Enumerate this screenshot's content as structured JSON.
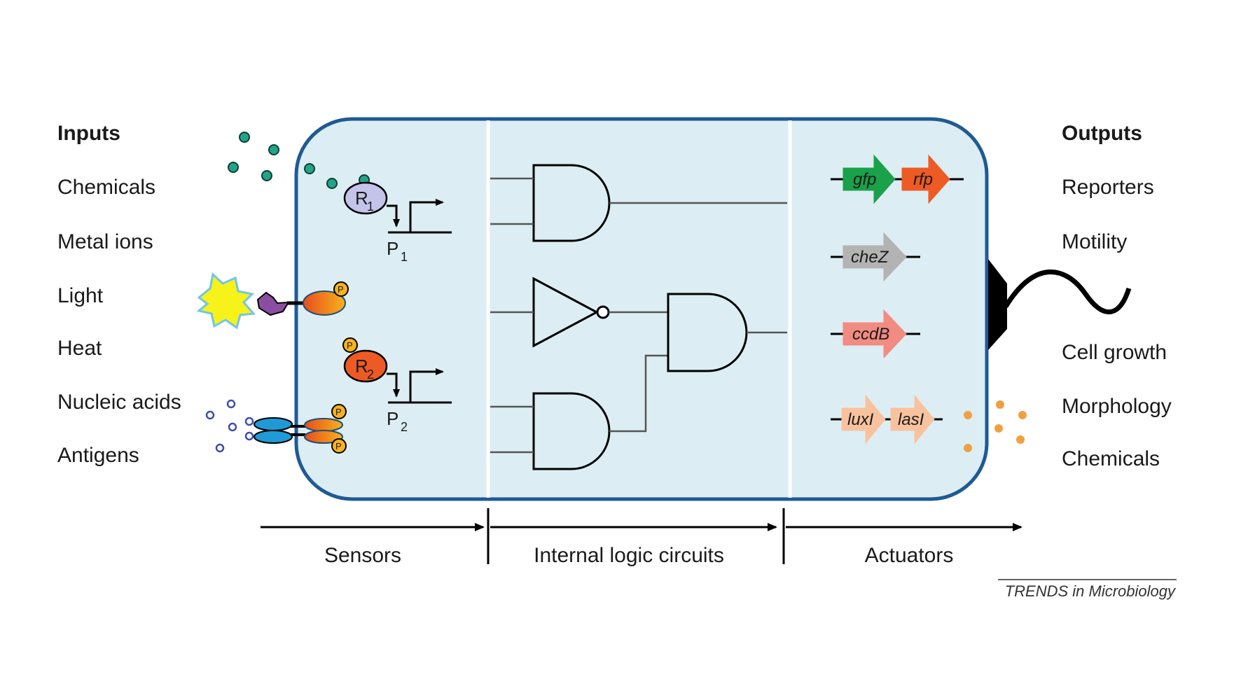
{
  "inputs": {
    "heading": "Inputs",
    "items": [
      "Chemicals",
      "Metal ions",
      "Light",
      "Heat",
      "Nucleic acids",
      "Antigens"
    ]
  },
  "outputs": {
    "heading": "Outputs",
    "items": [
      "Reporters",
      "Motility",
      "Cell growth",
      "Morphology",
      "Chemicals"
    ]
  },
  "stages": [
    "Sensors",
    "Internal logic circuits",
    "Actuators"
  ],
  "genes": [
    "gfp",
    "rfp",
    "cheZ",
    "ccdB",
    "luxI",
    "lasI"
  ],
  "regulators": [
    {
      "symbol": "R",
      "sub": "1"
    },
    {
      "symbol": "R",
      "sub": "2"
    }
  ],
  "promoters": [
    {
      "symbol": "P",
      "sub": "1"
    },
    {
      "symbol": "P",
      "sub": "2"
    }
  ],
  "phospho_label": "P",
  "credit": "TRENDS in Microbiology",
  "colors": {
    "cell_fill": "#dceef3",
    "cell_border": "#1f5a94",
    "gfp": "#1aa14a",
    "rfp": "#ee5a24",
    "cheZ": "#b3b3b3",
    "ccdB": "#f28b82",
    "lux_las": "#f8c29e",
    "chemical_dots": "#23a38a",
    "antigen_dots": "#3b4fb0",
    "output_dots": "#f0a040"
  }
}
